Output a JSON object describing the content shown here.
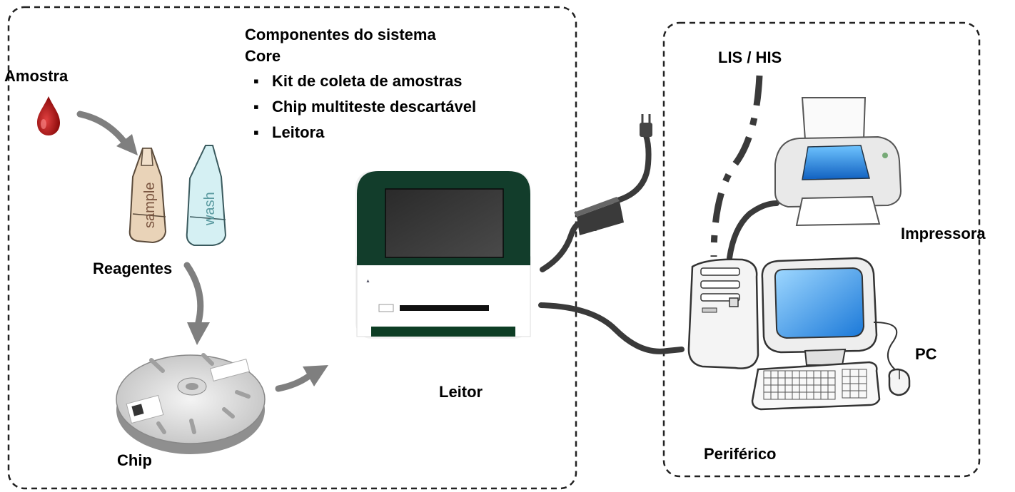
{
  "components": {
    "title_line1": "Componentes do sistema",
    "title_line2": "Core",
    "items": [
      "Kit de coleta de amostras",
      "Chip multiteste descartável",
      "Leitora"
    ]
  },
  "labels": {
    "amostra": "Amostra",
    "reagentes": "Reagentes",
    "chip": "Chip",
    "leitor": "Leitor",
    "lis_his": "LIS / HIS",
    "impressora": "Impressora",
    "pc": "PC",
    "periferico": "Periférico"
  },
  "tubes": {
    "sample": "sample",
    "wash": "wash"
  },
  "colors": {
    "arrow": "#7f7f7f",
    "cable": "#3a3a3a",
    "device_frame": "#123d2b",
    "blood": "#b01010"
  }
}
